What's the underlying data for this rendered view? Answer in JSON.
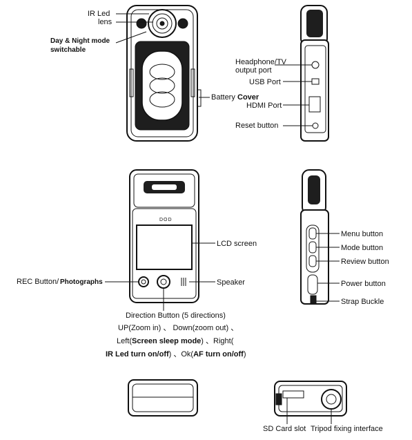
{
  "labels": {
    "ir_led": "IR Led",
    "lens": "lens",
    "day_night_1": "Day & Night mode",
    "day_night_2": "switchable",
    "battery": "Battery",
    "cover": "Cover",
    "headphone_1": "Headphone/TV",
    "headphone_2": "output port",
    "usb": "USB Port",
    "hdmi": "HDMI Port",
    "reset": "Reset button",
    "lcd": "LCD screen",
    "rec": "REC Button/",
    "photographs": "Photographs",
    "speaker": "Speaker",
    "menu": "Menu button",
    "mode": "Mode button",
    "review": "Review button",
    "power": "Power button",
    "strap": "Strap Buckle",
    "direction_title": "Direction Button (5 directions)",
    "dir_line1": "UP(Zoom in) 、 Down(zoom out) 、",
    "dir_line2a": "Left(",
    "dir_line2b": "Screen sleep mode",
    "dir_line2c": ") 、Right(",
    "dir_line3a": "IR Led turn on/off",
    "dir_line3b": ") 、Ok(",
    "dir_line3c": "AF turn on/off",
    "dir_line3d": ")",
    "sd": "SD Card slot",
    "tripod": "Tripod fixing interface",
    "lcd_brand": "DOD"
  }
}
